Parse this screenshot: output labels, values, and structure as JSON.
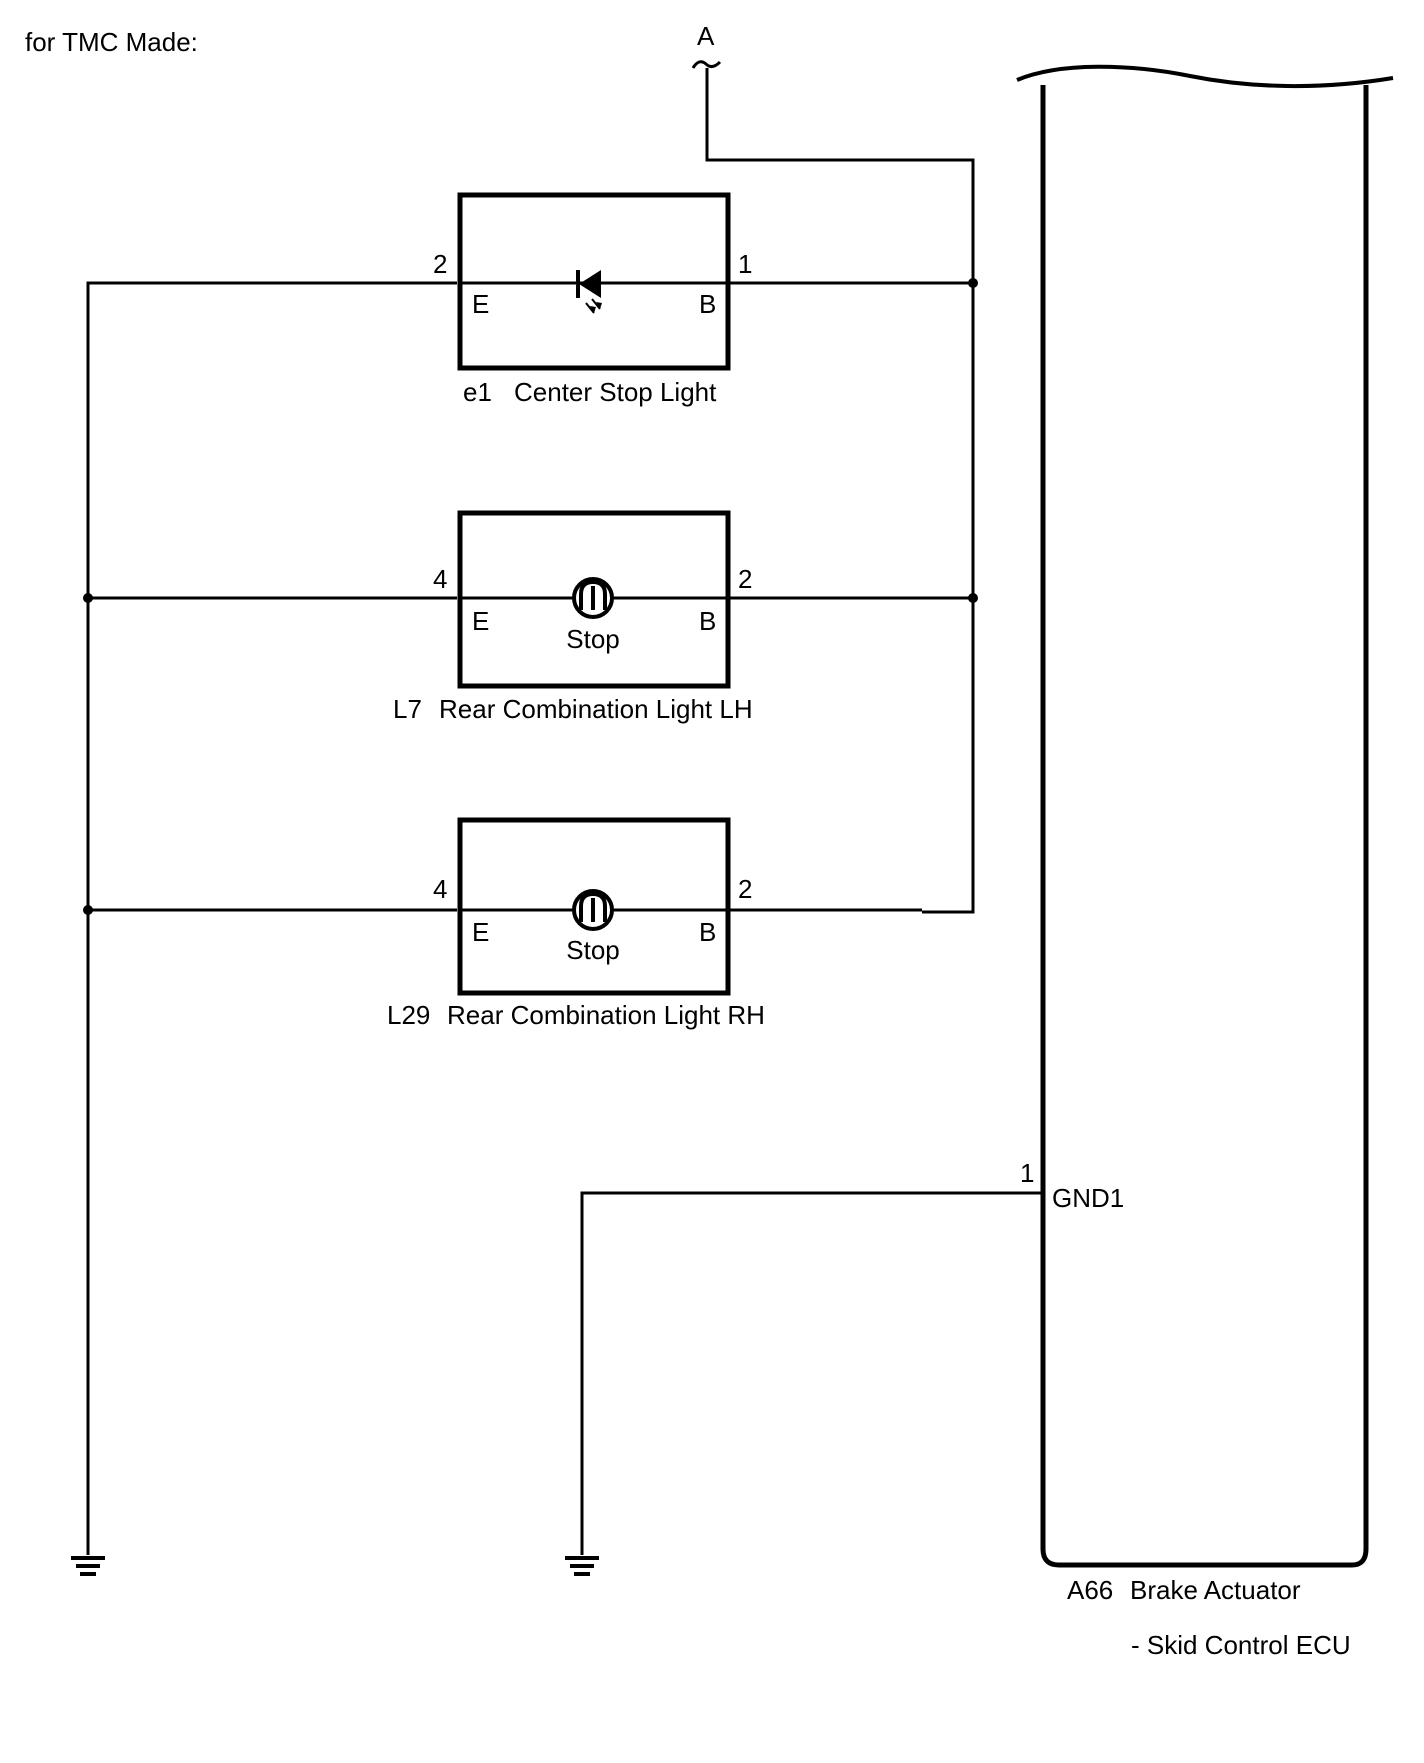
{
  "header": {
    "text": "for TMC Made:"
  },
  "connector_a": {
    "label": "A"
  },
  "components": [
    {
      "id": "e1",
      "name": "Center Stop Light",
      "symbol": "led",
      "pin_left": "2",
      "pin_right": "1",
      "terminal_left": "E",
      "terminal_right": "B",
      "inner_label": ""
    },
    {
      "id": "L7",
      "name": "Rear Combination Light LH",
      "symbol": "bulb",
      "pin_left": "4",
      "pin_right": "2",
      "terminal_left": "E",
      "terminal_right": "B",
      "inner_label": "Stop"
    },
    {
      "id": "L29",
      "name": "Rear Combination Light RH",
      "symbol": "bulb",
      "pin_left": "4",
      "pin_right": "2",
      "terminal_left": "E",
      "terminal_right": "B",
      "inner_label": "Stop"
    }
  ],
  "ecu": {
    "id": "A66",
    "name": "Brake Actuator",
    "subname": "- Skid Control ECU",
    "pin": "1",
    "terminal": "GND1"
  },
  "grounds": [
    "ground-left",
    "ground-middle"
  ]
}
